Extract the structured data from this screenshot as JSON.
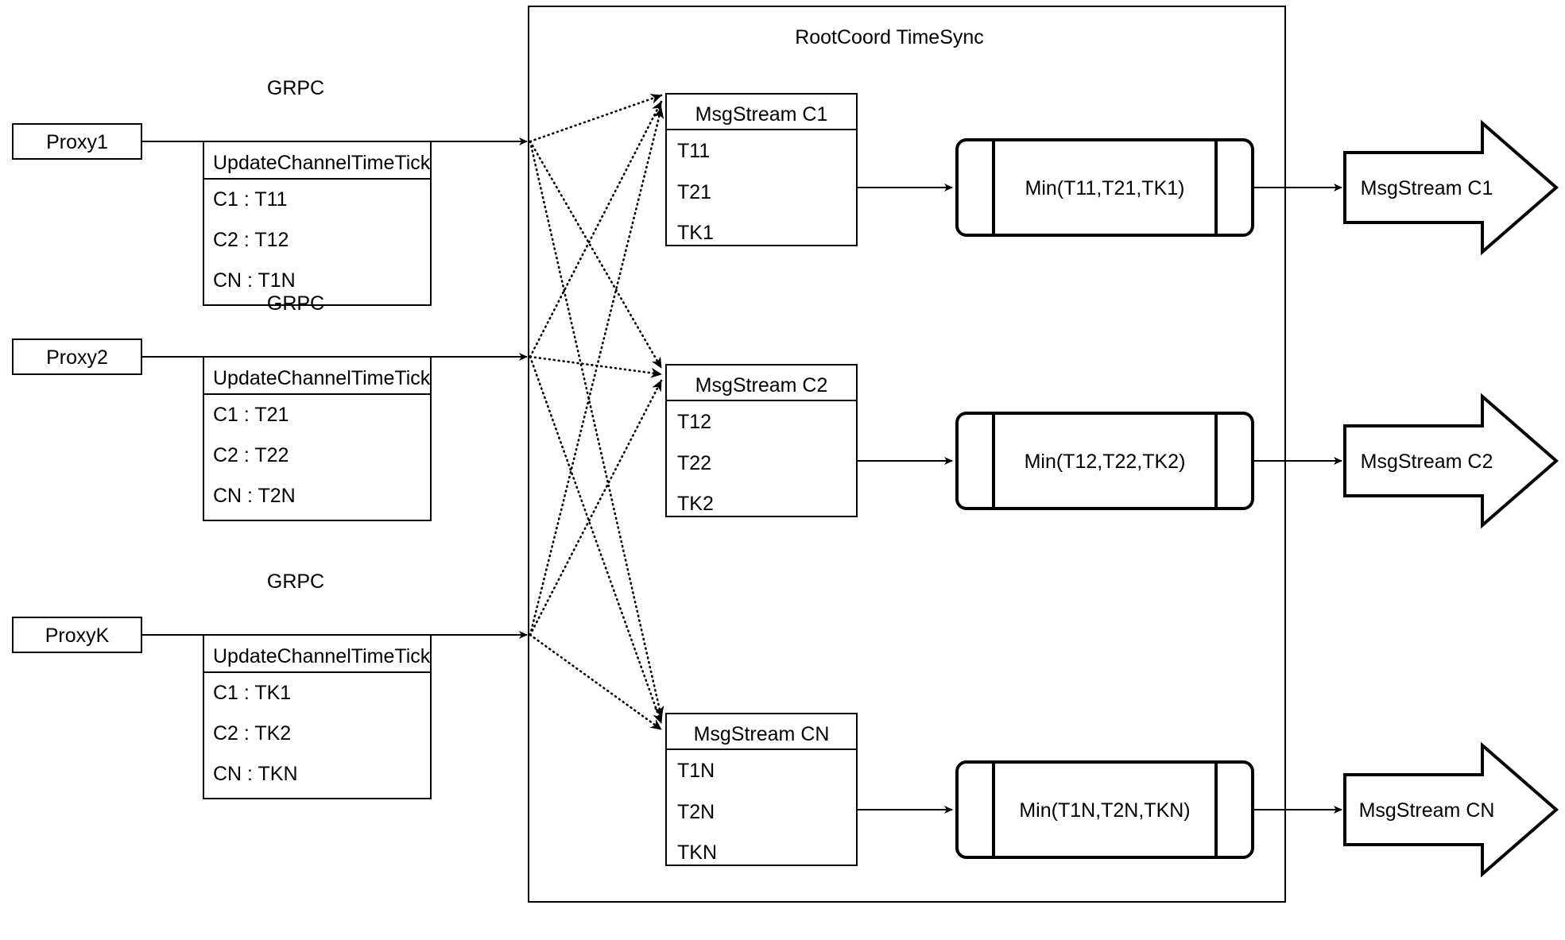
{
  "diagram": {
    "title": "RootCoord TimeSync",
    "container_label": "RootCoord TimeSync",
    "link_label_grpc": "GRPC",
    "colors": {
      "stroke": "#000000",
      "fill": "#ffffff",
      "text": "#000000"
    }
  },
  "proxies": [
    {
      "name": "Proxy1",
      "link_label": "GRPC",
      "request": {
        "header": "UpdateChannelTimeTick",
        "rows": [
          "C1 :  T11",
          "C2 :  T12",
          "CN : T1N"
        ]
      }
    },
    {
      "name": "Proxy2",
      "link_label": "GRPC",
      "request": {
        "header": "UpdateChannelTimeTick",
        "rows": [
          "C1 :  T21",
          "C2 :  T22",
          "CN : T2N"
        ]
      }
    },
    {
      "name": "ProxyK",
      "link_label": "GRPC",
      "request": {
        "header": "UpdateChannelTimeTick",
        "rows": [
          "C1 :  TK1",
          "C2 :  TK2",
          "CN : TKN"
        ]
      }
    }
  ],
  "channels": [
    {
      "stream": {
        "header": "MsgStream C1",
        "rows": [
          "T11",
          "T21",
          "TK1"
        ]
      },
      "process": {
        "label": "Min(T11,T21,TK1)"
      },
      "output": {
        "label": "MsgStream C1"
      }
    },
    {
      "stream": {
        "header": "MsgStream C2",
        "rows": [
          "T12",
          "T22",
          "TK2"
        ]
      },
      "process": {
        "label": "Min(T12,T22,TK2)"
      },
      "output": {
        "label": "MsgStream C2"
      }
    },
    {
      "stream": {
        "header": "MsgStream CN",
        "rows": [
          "T1N",
          "T2N",
          "TKN"
        ]
      },
      "process": {
        "label": "Min(T1N,T2N,TKN)"
      },
      "output": {
        "label": "MsgStream CN"
      }
    }
  ]
}
